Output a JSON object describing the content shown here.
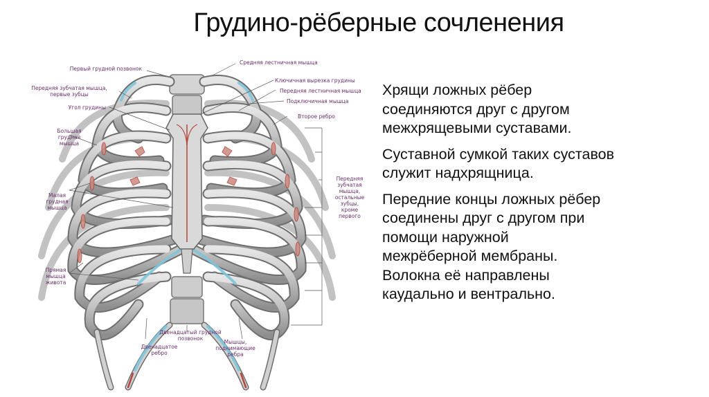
{
  "title": "Грудино-рёберные сочленения",
  "figure": {
    "description": "Анатомическая иллюстрация грудной клетки (вид спереди)",
    "colors": {
      "bone": "#c9c9c9",
      "bone_dark": "#8a8a8a",
      "cartilage": "#dcdcdc",
      "muscle_red": "#b3443a",
      "muscle_blue": "#7fc4dc",
      "label": "#6b2d6b"
    },
    "labels": {
      "first_thoracic_vertebra": "Первый грудной позвонок",
      "serratus_anterior_first": "Передняя зубчатая мышца,\nпервые зубцы",
      "sternal_angle": "Угол грудины",
      "pectoralis_major": "Большая\nгрудная\nмышца",
      "pectoralis_minor": "Малая\nгрудная\nмышца",
      "rectus_abdominis": "Прямая\nмышца\nживота",
      "scalenus_medius": "Средняя лестничная мышца",
      "jugular_notch": "Ключичная вырезка грудины",
      "scalenus_anterior": "Передняя лестничная мышца",
      "subclavius": "Подключичная мышца",
      "second_rib": "Второе ребро",
      "serratus_anterior_rest": "Передняя\nзубчатая\nмышца,\nостальные\nзубцы,\nкроме\nпервого",
      "twelfth_thoracic_vertebra": "Двенадцатый грудной\nпозвонок",
      "twelfth_rib": "Двенадцатое\nребро",
      "levatores_costarum": "Мышцы,\nподнимающие\nребра"
    }
  },
  "text": {
    "paragraphs": [
      "Хрящи ложных рёбер соединяются друг с другом межхрящевыми суставами.",
      "Суставной сумкой таких суставов служит надхрящница.",
      "Передние концы ложных рёбер соединены друг с другом при помощи наружной межрёберной мембраны.",
      "Волокна её направлены каудально и вентрально."
    ],
    "lines": [
      [
        "Хрящи ложных рёбер",
        "соединяются друг с другом",
        "межхрящевыми суставами."
      ],
      [
        "Суставной сумкой таких суставов",
        "служит надхрящница."
      ],
      [
        "Передние концы ложных рёбер",
        "соединены друг с другом при",
        "помощи наружной",
        "межрёберной мембраны.",
        "Волокна её направлены",
        "каудально и вентрально."
      ]
    ]
  }
}
